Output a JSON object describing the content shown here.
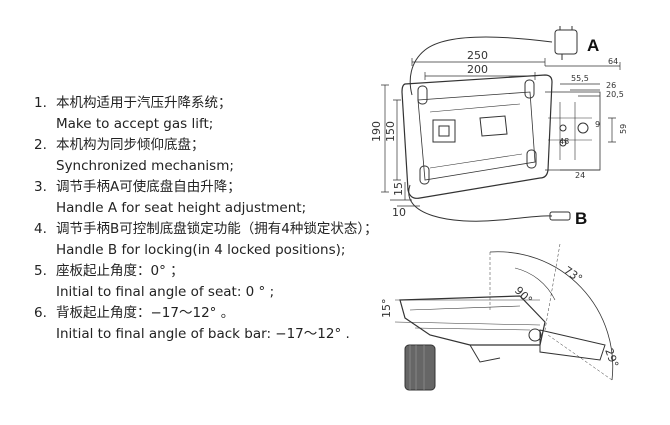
{
  "notes": [
    {
      "num": "1.",
      "zh": "本机构适用于汽压升降系统；",
      "en": "Make to accept gas lift;"
    },
    {
      "num": "2.",
      "zh": "本机构为同步倾仰底盘；",
      "en": "Synchronized mechanism;"
    },
    {
      "num": "3.",
      "zh": "调节手柄A可使底盘自由升降；",
      "en": "Handle A for seat height adjustment;"
    },
    {
      "num": "4.",
      "zh": "调节手柄B可控制底盘锁定功能（拥有4种锁定状态）；",
      "en": "Handle B for locking(in 4 locked positions);"
    },
    {
      "num": "5.",
      "zh": "座板起止角度：0° ；",
      "en": "Initial to final angle of seat: 0 ° ;"
    },
    {
      "num": "6.",
      "zh": "背板起止角度：−17～12° 。",
      "en": "Initial to final angle of back bar: −17～12° ."
    }
  ],
  "top_view": {
    "dims": {
      "d250": "250",
      "d200": "200",
      "d190": "190",
      "d150": "150",
      "d15": "15",
      "d10": "10",
      "d64": "64",
      "d55_5": "55,5",
      "d26": "26",
      "d20_5": "20,5",
      "d48": "48",
      "d9": "9",
      "d59": "59",
      "d24": "24"
    },
    "label_a": "A",
    "label_b": "B"
  },
  "side_view": {
    "angles": {
      "a90": "90°",
      "a73": "73°",
      "a29": "29°",
      "a15": "15°"
    }
  },
  "colors": {
    "line": "#333333",
    "text": "#222222"
  }
}
